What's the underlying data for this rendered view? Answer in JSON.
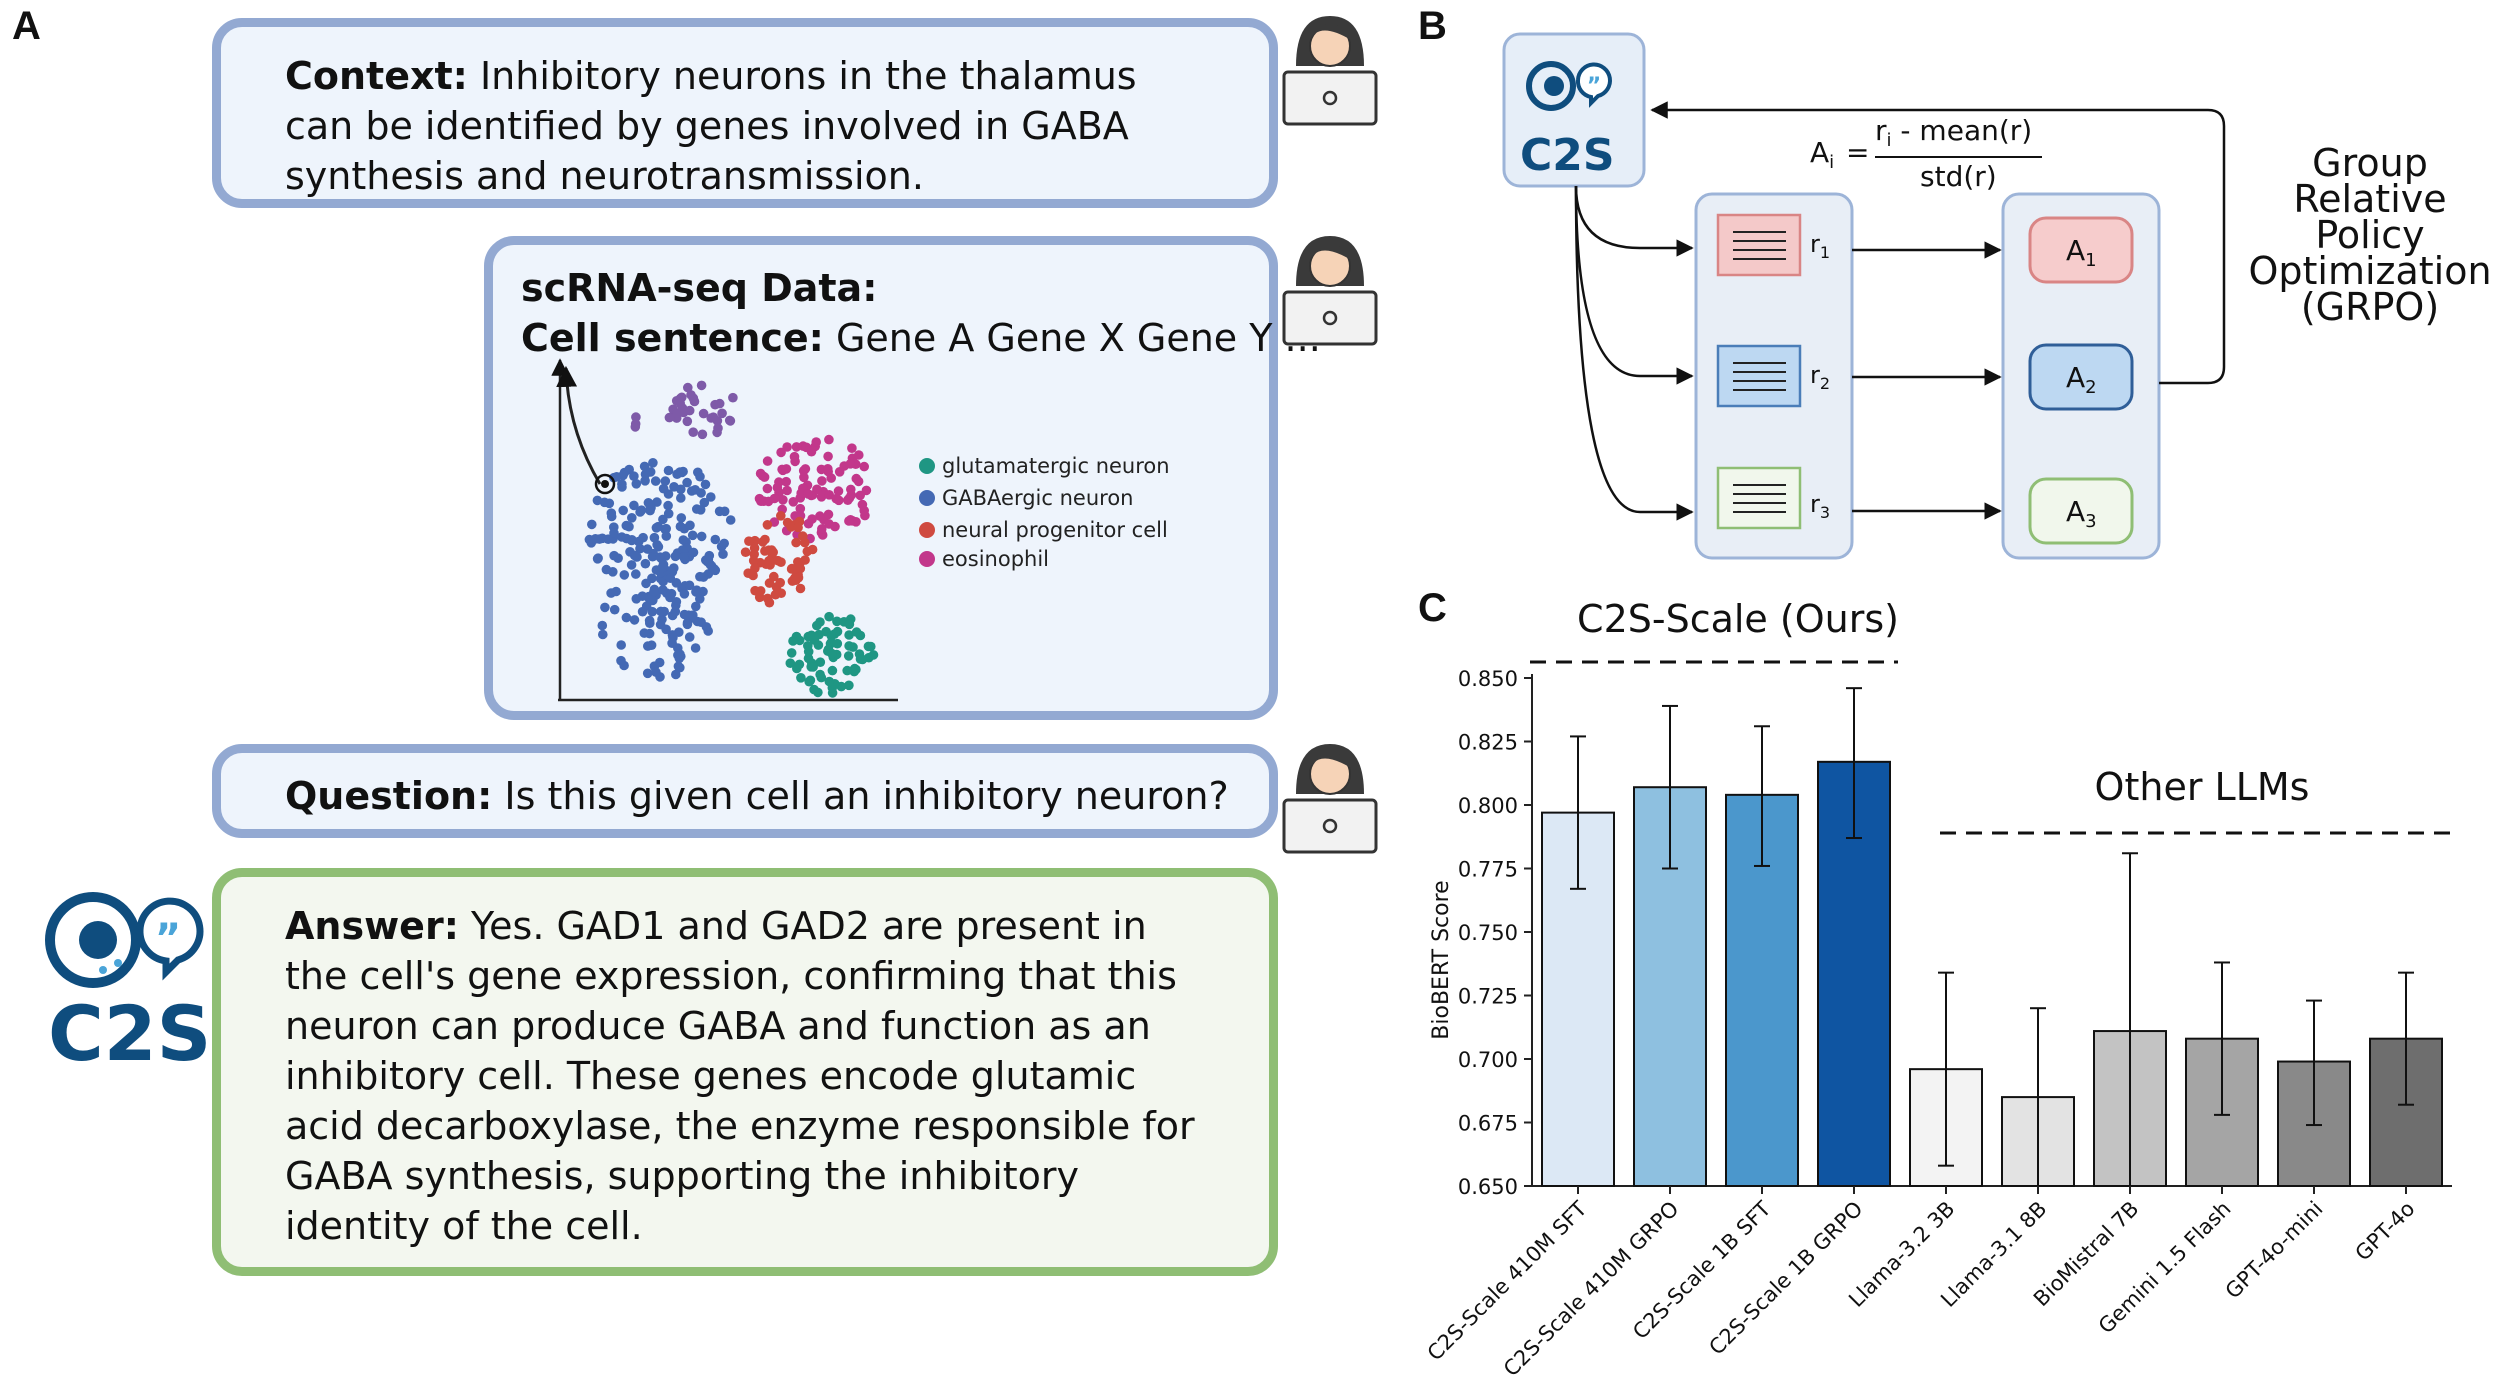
{
  "panel_labels": {
    "a": "A",
    "b": "B",
    "c": "C"
  },
  "panel_a": {
    "context": {
      "label": "Context:",
      "text": " Inhibitory neurons in the thalamus can be identified by genes involved in GABA synthesis and neurotransmission."
    },
    "data": {
      "title": "scRNA-seq Data:",
      "sentence_label": "Cell sentence:",
      "sentence_text": " Gene A Gene X Gene Y ..."
    },
    "legend": [
      "glutamatergic neuron",
      "GABAergic neuron",
      "neural progenitor cell",
      "eosinophil"
    ],
    "legend_colors": [
      "#1F9683",
      "#4469B4",
      "#CF4A40",
      "#C2378B"
    ],
    "question": {
      "label": "Question:",
      "text": " Is this given cell an inhibitory neuron?"
    },
    "answer": {
      "label": "Answer:",
      "text": " Yes. GAD1 and GAD2 are present in the cell's gene expression, confirming that this neuron can produce GABA and function as an inhibitory cell. These genes encode glutamic acid decarboxylase, the enzyme responsible for GABA synthesis, supporting the inhibitory identity of the cell."
    },
    "logo_text": "C2S"
  },
  "panel_b": {
    "logo_text": "C2S",
    "formula": {
      "lhs": "A",
      "lhs_sub": "i",
      "eq": "=",
      "num": "r",
      "num_sub": "i",
      "num_rest": " - mean(r)",
      "den": "std(r)"
    },
    "rewards": [
      {
        "r": "r",
        "sub": "1"
      },
      {
        "r": "r",
        "sub": "2"
      },
      {
        "r": "r",
        "sub": "3"
      }
    ],
    "advantages": [
      {
        "a": "A",
        "sub": "1"
      },
      {
        "a": "A",
        "sub": "2"
      },
      {
        "a": "A",
        "sub": "3"
      }
    ],
    "method_title": [
      "Group",
      "Relative",
      "Policy",
      "Optimization",
      "(GRPO)"
    ]
  },
  "chart_data": {
    "type": "bar",
    "ylabel": "BioBERT Score",
    "ylim": [
      0.65,
      0.85
    ],
    "yticks": [
      "0.650",
      "0.675",
      "0.700",
      "0.725",
      "0.750",
      "0.775",
      "0.800",
      "0.825",
      "0.850"
    ],
    "group_labels": {
      "ours": "C2S-Scale (Ours)",
      "others": "Other LLMs"
    },
    "categories": [
      "C2S-Scale 410M SFT",
      "C2S-Scale 410M GRPO",
      "C2S-Scale 1B SFT",
      "C2S-Scale 1B GRPO",
      "Llama-3.2 3B",
      "Llama-3.1 8B",
      "BioMistral 7B",
      "Gemini 1.5 Flash",
      "GPT-4o-mini",
      "GPT-4o"
    ],
    "values": [
      0.797,
      0.807,
      0.804,
      0.817,
      0.696,
      0.685,
      0.711,
      0.708,
      0.699,
      0.708
    ],
    "err_low": [
      0.767,
      0.775,
      0.776,
      0.787,
      0.658,
      0.65,
      0.65,
      0.678,
      0.674,
      0.682
    ],
    "err_high": [
      0.827,
      0.839,
      0.831,
      0.846,
      0.734,
      0.72,
      0.781,
      0.738,
      0.723,
      0.734
    ],
    "colors": [
      "#DCE8F5",
      "#8EC0E0",
      "#4B97CC",
      "#0F55A2",
      "#F3F3F3",
      "#E3E3E3",
      "#C3C3C3",
      "#A5A5A5",
      "#898989",
      "#6E6E6E"
    ]
  }
}
